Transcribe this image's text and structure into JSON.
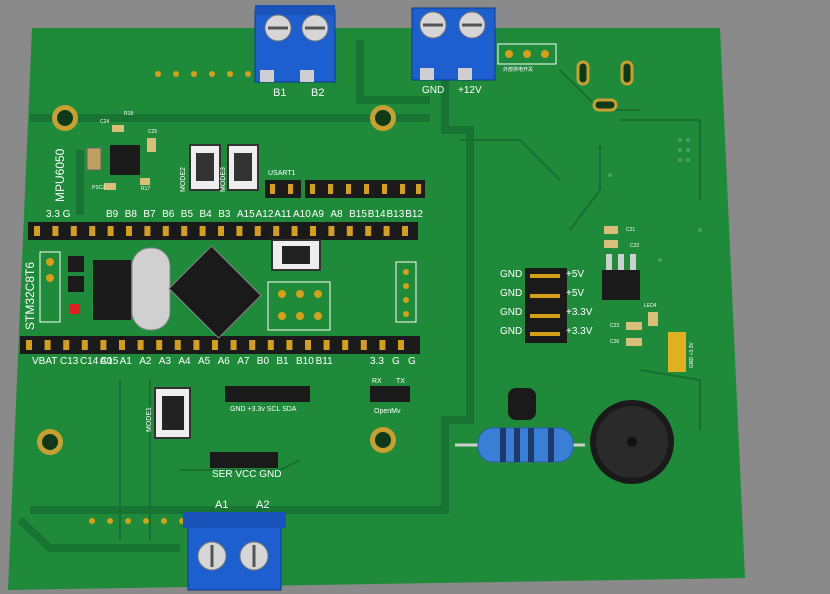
{
  "board": {
    "colors": {
      "pcb": "#1e8a3a",
      "pcb_dark": "#167030",
      "trace": "#146a2c",
      "silk": "#ffffff",
      "header": "#1a1a1a",
      "pin": "#d4a019",
      "terminal": "#1e5fd0",
      "background": "#8a8a8a"
    },
    "terminals": {
      "top_left": {
        "labels": [
          "B1",
          "B2"
        ]
      },
      "top_right": {
        "labels": [
          "GND",
          "+12V"
        ]
      },
      "bottom": {
        "labels": [
          "A1",
          "A2"
        ]
      }
    },
    "chips": {
      "imu": "MPU6050",
      "mcu": "STM32C8T6"
    },
    "buttons": {
      "mode2": "MODE2",
      "mode3": "MODE3",
      "mode1": "MODE1"
    },
    "header_top_left": "3.3  G",
    "top_pin_labels": [
      "B9",
      "B8",
      "B7",
      "B6",
      "B5",
      "B4",
      "B3",
      "A15",
      "A12",
      "A11",
      "A10",
      "A9",
      "A8",
      "B15",
      "B14",
      "B13",
      "B12"
    ],
    "bottom_pin_labels": [
      "VBAT",
      "C13",
      "C14",
      "C15",
      "A0",
      "A1",
      "A2",
      "A3",
      "A4",
      "A5",
      "A6",
      "A7",
      "B0",
      "B1",
      "B10",
      "B11",
      "3.3",
      "G",
      "G"
    ],
    "usart1": "USART1",
    "power_left": [
      "GND",
      "GND",
      "GND",
      "GND"
    ],
    "power_right": [
      "+5V",
      "+5V",
      "+3.3V",
      "+3.3V"
    ],
    "i2c_labels": "GND +3.3v SCL SDA",
    "openmv": {
      "rx": "RX",
      "tx": "TX",
      "name": "OpenMv"
    },
    "servo_labels": "SER VCC GND",
    "small_caps": [
      "C24",
      "R18",
      "C25",
      "PSC2",
      "R17",
      "C21",
      "C22",
      "C23",
      "C26",
      "LED4"
    ],
    "ext_power": "外部供电开关",
    "right_edge": "GND  +3.3V"
  }
}
